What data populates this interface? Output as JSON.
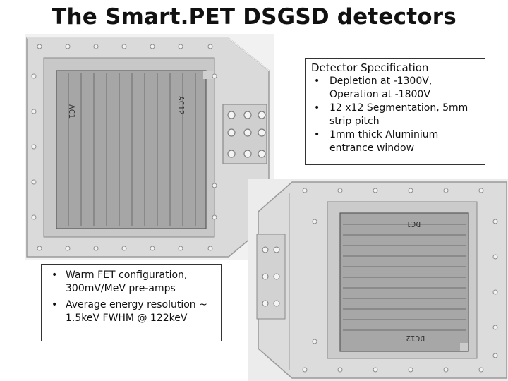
{
  "slide": {
    "title": "The Smart.PET DSGSD detectors"
  },
  "photo_left": {
    "label_left": "AC1",
    "label_right": "AC12"
  },
  "photo_right": {
    "label_top": "DC1",
    "label_bottom": "DC12"
  },
  "spec_box": {
    "title": "Detector Specification",
    "items": [
      "Depletion at -1300V, Operation at -1800V",
      "12 x12 Segmentation, 5mm strip pitch",
      "1mm thick Aluminium entrance window"
    ]
  },
  "features_box": {
    "items": [
      "Warm FET configuration, 300mV/MeV pre-amps",
      " Average energy resolution ~ 1.5keV FWHM @ 122keV"
    ]
  },
  "colors": {
    "plate": "#d9d9d9",
    "plate_edge": "#9a9a9a",
    "window": "#a9a9a9",
    "strip_line": "#6e6e6e",
    "hole": "#f4f4f4"
  }
}
